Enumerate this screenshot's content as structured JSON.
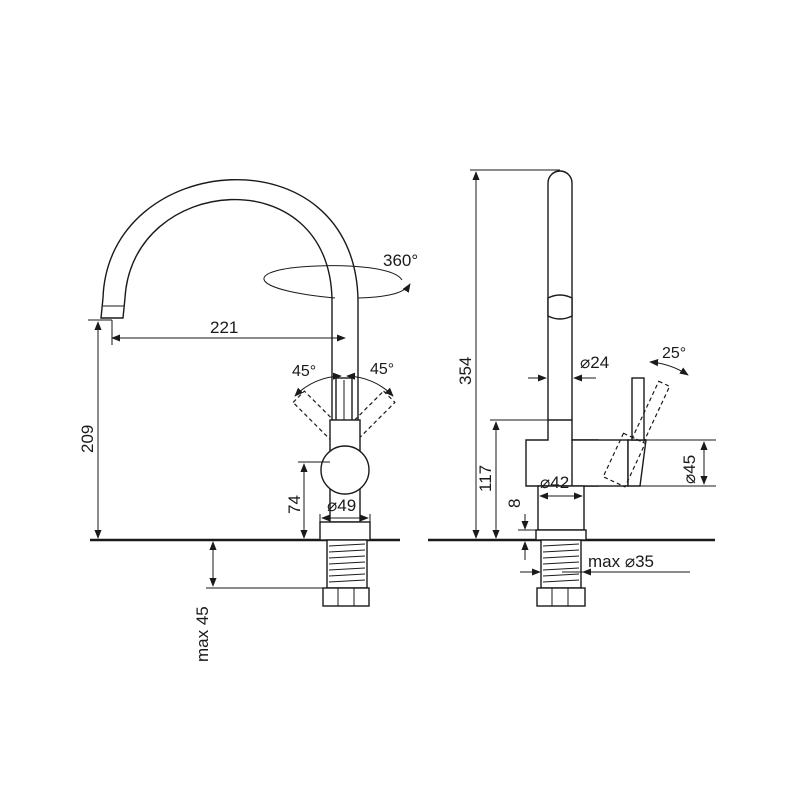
{
  "front_view": {
    "labels": {
      "rotation": "360°",
      "reach": "221",
      "handle_left_angle": "45°",
      "handle_right_angle": "45°",
      "spout_height": "209",
      "handle_height": "74",
      "base_diameter": "⌀49",
      "max_thickness": "max 45"
    }
  },
  "side_view": {
    "labels": {
      "total_height": "354",
      "spout_diameter": "⌀24",
      "handle_angle": "25°",
      "body_height": "117",
      "body_diameter": "⌀45",
      "base_diameter": "⌀42",
      "base_height": "8",
      "hole_diameter": "max ⌀35"
    }
  }
}
